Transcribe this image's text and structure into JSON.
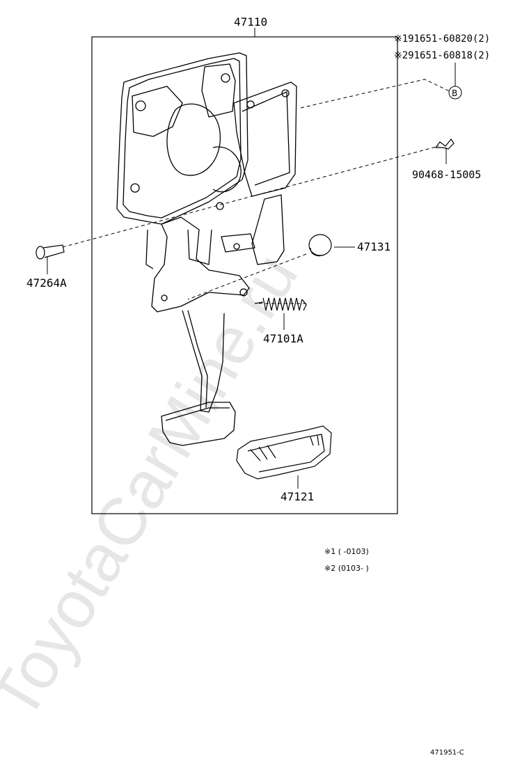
{
  "labels": {
    "assembly": "47110",
    "note_line1": "※191651-60820(2)",
    "note_line2": "※291651-60818(2)",
    "circle_b": "B",
    "bolt": "90468-15005",
    "cushion": "47131",
    "pin": "47264A",
    "spring": "47101A",
    "pad": "47121"
  },
  "legend": {
    "line1": "※1 (      -0103)",
    "line2": "※2 (0103-      )"
  },
  "figure_code": "471951-C",
  "watermark": "ToyotaCarMine.ru",
  "colors": {
    "line": "#000000",
    "watermark": "#e4e4e4"
  }
}
